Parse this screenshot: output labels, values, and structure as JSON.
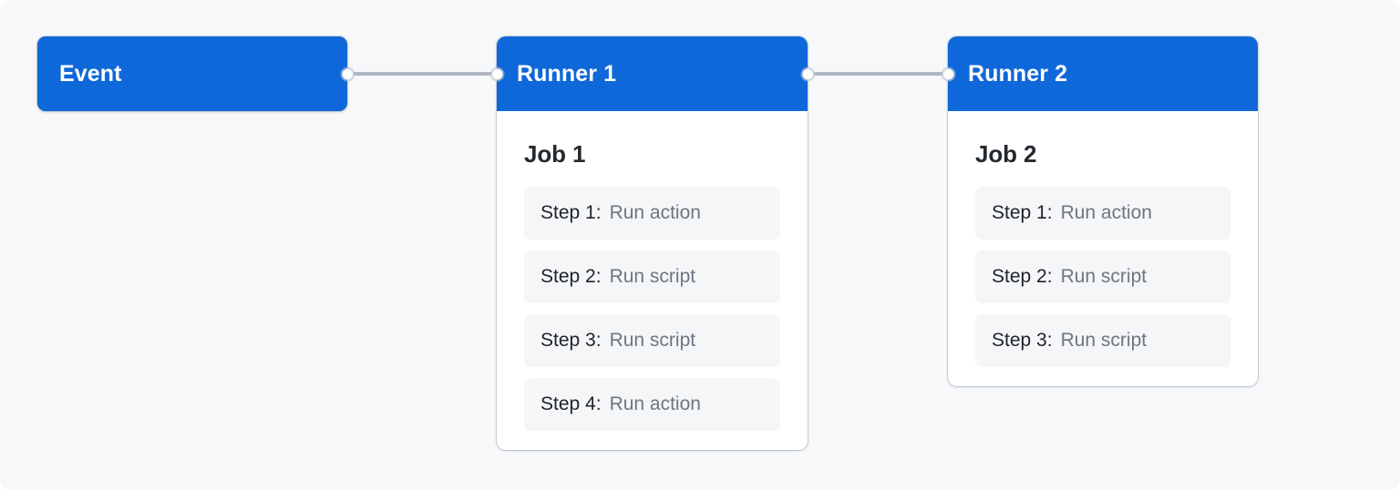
{
  "canvas": {
    "background": "#f6f8fa",
    "accent_blue": "#0f68d9",
    "edge_color": "#aeb7c2",
    "step_bg": "#f4f6f8",
    "label_color": "#1f2328",
    "value_color": "#6e7781"
  },
  "nodes": {
    "event": {
      "label": "Event"
    },
    "runner1": {
      "title": "Runner 1",
      "job_title": "Job 1",
      "steps": [
        {
          "label": "Step 1:",
          "value": "Run action"
        },
        {
          "label": "Step 2:",
          "value": "Run script"
        },
        {
          "label": "Step 3:",
          "value": "Run script"
        },
        {
          "label": "Step 4:",
          "value": "Run action"
        }
      ]
    },
    "runner2": {
      "title": "Runner 2",
      "job_title": "Job 2",
      "steps": [
        {
          "label": "Step 1:",
          "value": "Run action"
        },
        {
          "label": "Step 2:",
          "value": "Run script"
        },
        {
          "label": "Step 3:",
          "value": "Run script"
        }
      ]
    }
  }
}
